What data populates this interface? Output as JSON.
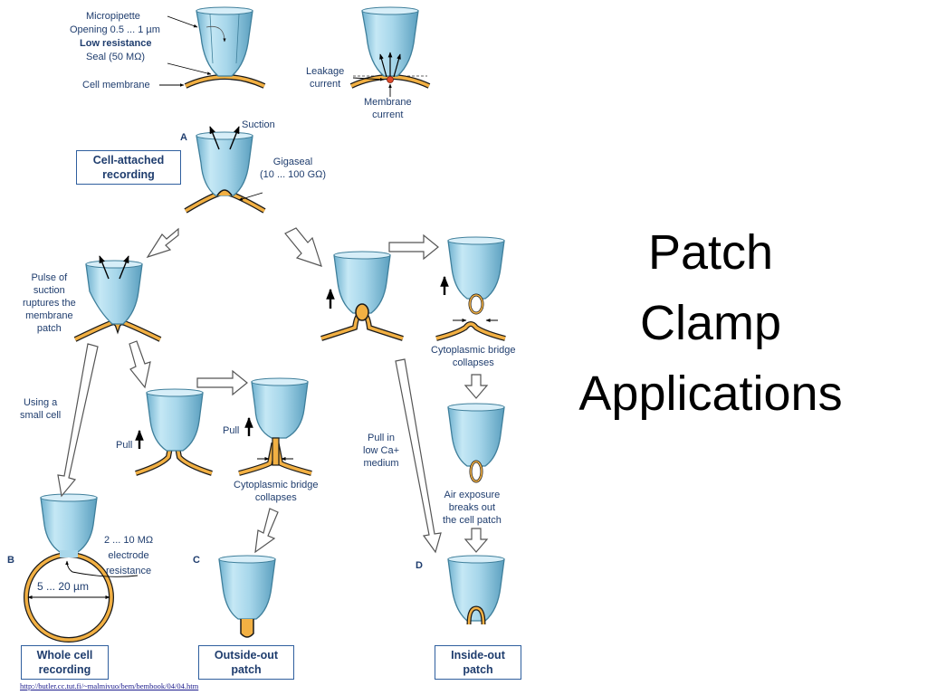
{
  "slide": {
    "title": "Patch\nClamp\nApplications",
    "source_link": "http://butler.cc.tut.fi/~malmivuo/bem/bembook/04/04.htm"
  },
  "diagram": {
    "labels": {
      "micropipette": "Micropipette",
      "opening": "Opening 0.5 ... 1 µm",
      "low_resistance": "Low resistance",
      "seal": "Seal (50 MΩ)",
      "cell_membrane": "Cell membrane",
      "leakage_current": "Leakage\ncurrent",
      "membrane_current": "Membrane\ncurrent",
      "suction": "Suction",
      "gigaseal": "Gigaseal\n(10 ... 100 GΩ)",
      "pulse_of_suction": "Pulse of\nsuction\nruptures the\nmembrane\npatch",
      "using_small_cell": "Using a\nsmall cell",
      "pull_1": "Pull",
      "pull_2": "Pull",
      "bridge_collapses_1": "Cytoplasmic bridge\ncollapses",
      "bridge_collapses_2": "Cytoplasmic bridge\ncollapses",
      "pull_low_ca": "Pull in\nlow Ca+\nmedium",
      "air_exposure": "Air exposure\nbreaks out\nthe cell patch",
      "electrode_resistance": "2 ... 10 MΩ\nelectrode\nresistance",
      "cell_size": "5 ... 20 µm"
    },
    "letters": {
      "a": "A",
      "b": "B",
      "c": "C",
      "d": "D"
    },
    "boxes": {
      "cell_attached": "Cell-attached\nrecording",
      "whole_cell": "Whole cell\nrecording",
      "outside_out": "Outside-out\npatch",
      "inside_out": "Inside-out\npatch"
    },
    "colors": {
      "pipette_fill": "#a9d7ea",
      "pipette_stroke": "#3f7f9b",
      "membrane_fill": "#f2b043",
      "membrane_edge": "#1a1a1a",
      "label_text": "#1f3d6e",
      "box_border": "#2f5f9e"
    }
  }
}
